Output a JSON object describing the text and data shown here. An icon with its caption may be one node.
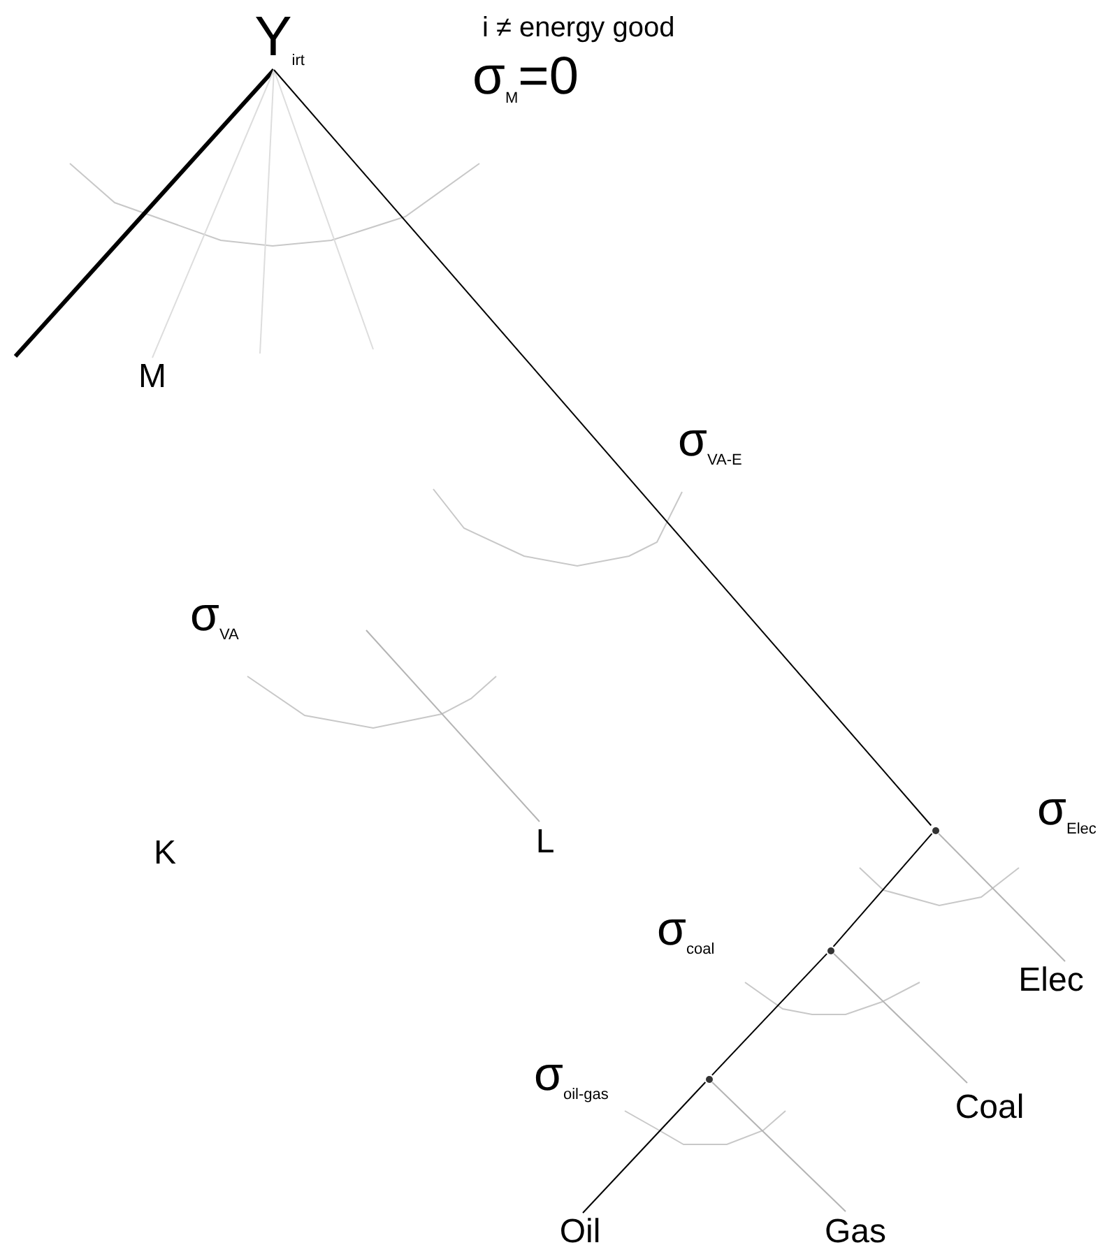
{
  "diagram": {
    "nodes": [
      {
        "text": [
          "Y$_{irt}$"
        ]
      },
      {
        "text": [
          "M"
        ]
      },
      {
        "text": [
          "K"
        ]
      },
      {
        "text": [
          "L"
        ]
      },
      {
        "text": [],
        "shape": "point"
      },
      {
        "text": [
          "Elec"
        ]
      },
      {
        "text": [],
        "shape": "point"
      },
      {
        "text": [
          "Coal"
        ]
      },
      {
        "text": [],
        "shape": "point"
      },
      {
        "text": [
          "Oil"
        ]
      },
      {
        "text": [
          "Gas"
        ]
      }
    ],
    "edges": [
      {
        "from": 0,
        "to": null,
        "arrow": "none",
        "style": "thick",
        "color": "#000000"
      },
      {
        "from": 0,
        "to": 1,
        "arrow": "none",
        "color": "#dddddd"
      },
      {
        "from": 0,
        "to": null,
        "arrow": "none",
        "color": "#dddddd"
      },
      {
        "from": 0,
        "to": null,
        "arrow": "none",
        "color": "#dddddd"
      },
      {
        "from": 0,
        "to": 4,
        "arrow": "none",
        "color": "#000000"
      },
      {
        "from": null,
        "to": 3,
        "arrow": "none",
        "color": "#b4b4b4"
      },
      {
        "from": 4,
        "to": 5,
        "arrow": "none",
        "color": "#b4b4b4"
      },
      {
        "from": 4,
        "to": 6,
        "arrow": "none",
        "color": "#000000"
      },
      {
        "from": 6,
        "to": 7,
        "arrow": "none",
        "color": "#b4b4b4"
      },
      {
        "from": 6,
        "to": 8,
        "arrow": "none",
        "color": "#000000"
      },
      {
        "from": 8,
        "to": 9,
        "arrow": "none",
        "color": "#000000"
      },
      {
        "from": 8,
        "to": 10,
        "arrow": "none",
        "color": "#b4b4b4"
      }
    ],
    "labels": [
      "i ≠ energy good",
      "σ$_{M}$=0",
      "σ$_{VA-E}$",
      "σ$_{VA}$",
      "σ$_{Elec}$",
      "σ$_{coal}$",
      "σ$_{oil-gas}$"
    ]
  }
}
